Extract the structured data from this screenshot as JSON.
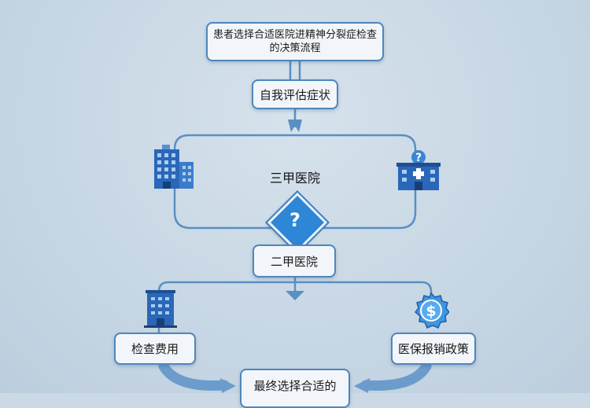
{
  "title": "患者选择合适医院进精神分裂症检查的决策流程",
  "nodes": {
    "assess": "自我评估症状",
    "level3": "三甲医院",
    "decision_symbol": "?",
    "level2": "二甲医院",
    "cost": "检查费用",
    "insurance": "医保报销政策",
    "final": "最终选择合适的"
  },
  "icons": [
    "hospital-building-icon",
    "hospital-cross-icon",
    "question-diamond-icon",
    "building-icon",
    "dollar-badge-icon"
  ],
  "colors": {
    "accent": "#2d86d6",
    "border": "#4e86bd",
    "line": "#5b8fc4",
    "background": "#cbd9e6"
  }
}
